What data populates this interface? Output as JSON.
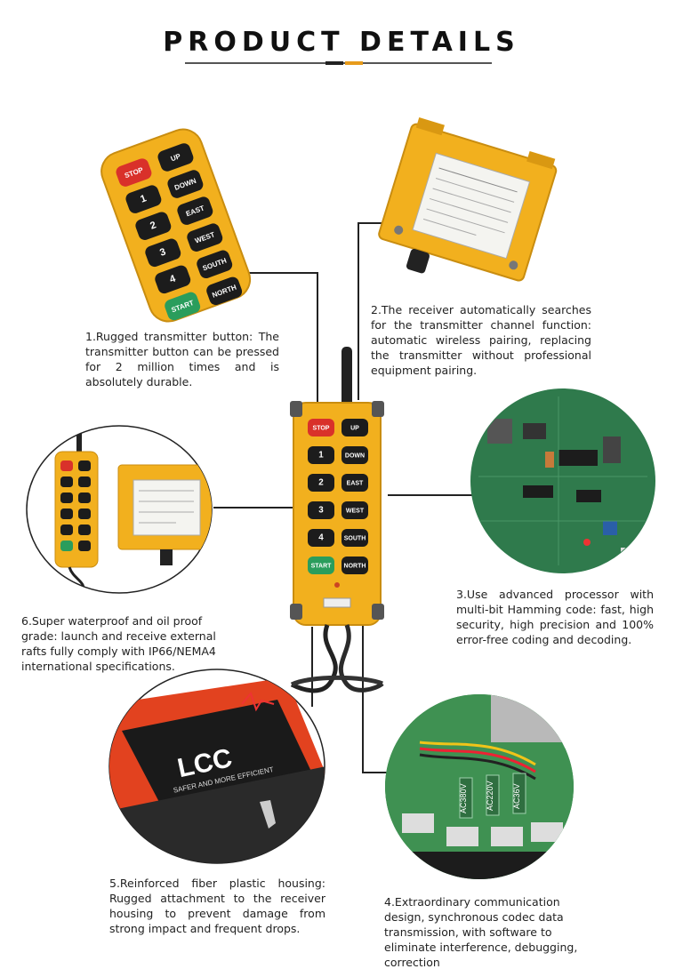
{
  "header": {
    "title": "PRODUCT DETAILS"
  },
  "colors": {
    "housing": "#f2b01e",
    "housing_dark": "#d99812",
    "key": "#1c1c1c",
    "stop_red": "#d9312a",
    "start_green": "#2a9d5c",
    "pcb_green": "#2f7a4c",
    "accent_orange": "#e79b1b"
  },
  "transmitter": {
    "buttons": [
      {
        "left": "STOP",
        "right": "UP"
      },
      {
        "left": "1",
        "right": "DOWN"
      },
      {
        "left": "2",
        "right": "EAST"
      },
      {
        "left": "3",
        "right": "WEST"
      },
      {
        "left": "4",
        "right": "SOUTH"
      },
      {
        "left": "START",
        "right": "NORTH"
      }
    ]
  },
  "brand": {
    "name": "LCC",
    "tagline": "SAFER AND MORE EFFICIENT"
  },
  "pcb_labels": {
    "l1": "AC380V",
    "l2": "AC220V",
    "l3": "AC36V"
  },
  "features": [
    {
      "id": "f1",
      "text": "1.Rugged transmitter button: The transmitter button can be pressed for 2 million times and is absolutely durable."
    },
    {
      "id": "f2",
      "text": "2.The receiver automatically searches for the transmitter channel function: automatic wireless pairing, replacing the transmitter without professional equipment pairing."
    },
    {
      "id": "f3",
      "text": "3.Use advanced processor with multi-bit Hamming code: fast, high security, high precision and 100% error-free coding and decoding."
    },
    {
      "id": "f4",
      "text": "4.Extraordinary communication design, synchronous codec data transmission, with software to eliminate interference, debugging, correction"
    },
    {
      "id": "f5",
      "text": "5.Reinforced fiber plastic housing: Rugged attachment to the receiver housing to prevent damage from strong impact and frequent drops."
    },
    {
      "id": "f6",
      "text": "6.Super waterproof and oil proof grade: launch and receive external rafts fully comply with IP66/NEMA4 international specifications."
    }
  ]
}
